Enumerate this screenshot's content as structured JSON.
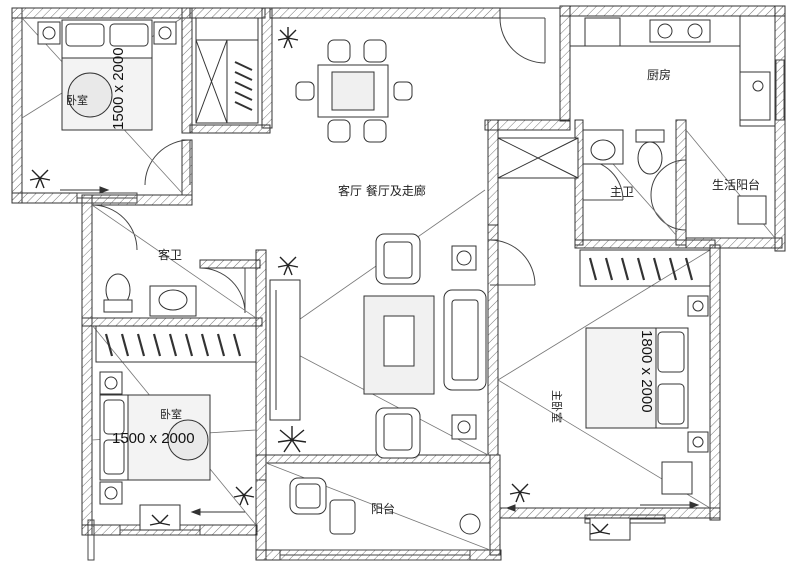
{
  "colors": {
    "wall": "#333333",
    "line": "#555555",
    "hatch": "#777777"
  },
  "rooms": {
    "living": "客厅  餐厅及走廊",
    "kitchen": "厨房",
    "master_bath": "主卫",
    "utility_balcony": "生活阳台",
    "guest_bath": "客卫",
    "balcony": "阳台",
    "bedroom_top": "卧室",
    "bedroom_bottom": "卧室",
    "master_bedroom": "主卧室"
  },
  "dimensions": {
    "bed_top": "1500 x 2000",
    "bed_bottom": "1500 x 2000",
    "bed_master": "1800 x 2000"
  }
}
